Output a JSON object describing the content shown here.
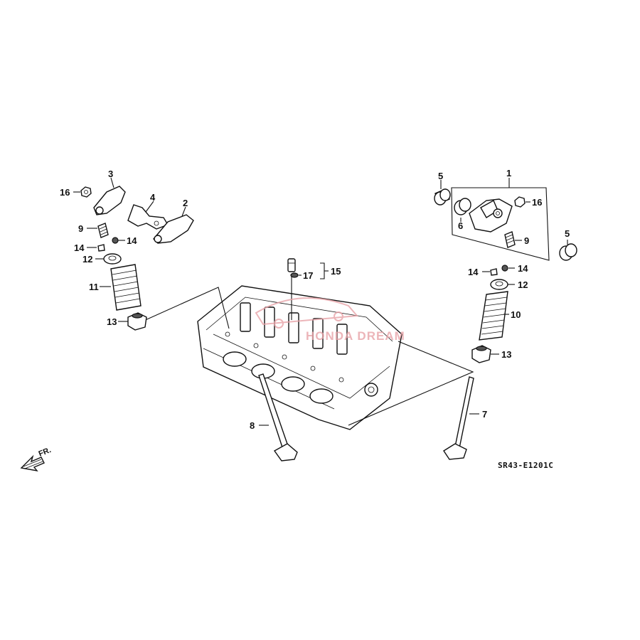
{
  "labels": {
    "l1": "1",
    "l2": "2",
    "l3": "3",
    "l4": "4",
    "l5a": "5",
    "l5b": "5",
    "l6": "6",
    "l7": "7",
    "l8": "8",
    "l9a": "9",
    "l9b": "9",
    "l10": "10",
    "l11": "11",
    "l12a": "12",
    "l12b": "12",
    "l13a": "13",
    "l13b": "13",
    "l14a": "14",
    "l14b": "14",
    "l14c": "14",
    "l14d": "14",
    "l15": "15",
    "l16a": "16",
    "l16b": "16",
    "l17": "17"
  },
  "diagram_code": "SR43-E1201C",
  "front_marker": "FR.",
  "watermark": "HONDA DREAM",
  "colors": {
    "line": "#111111",
    "watermark": "#e8a3a8"
  }
}
